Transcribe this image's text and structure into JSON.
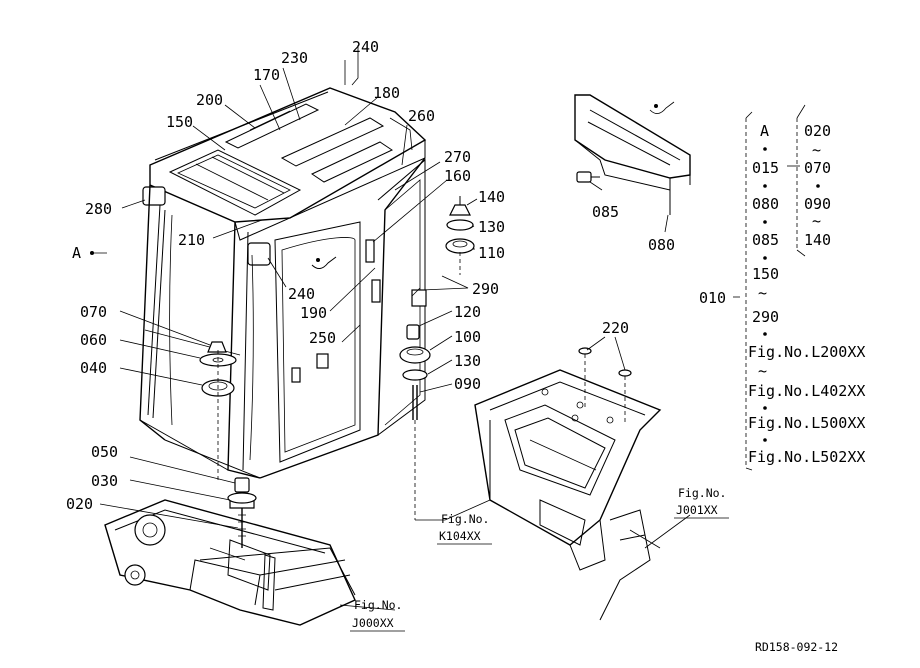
{
  "callouts": {
    "c240_top": "240",
    "c230": "230",
    "c170": "170",
    "c180": "180",
    "c200": "200",
    "c150": "150",
    "c260": "260",
    "c270": "270",
    "c160": "160",
    "c280": "280",
    "c210": "210",
    "c240_mid": "240",
    "c190": "190",
    "c250": "250",
    "cA": "A",
    "c140": "140",
    "c130_top": "130",
    "c110": "110",
    "c290": "290",
    "c120": "120",
    "c100": "100",
    "c130_bot": "130",
    "c090": "090",
    "c070": "070",
    "c060": "060",
    "c040": "040",
    "c050": "050",
    "c030": "030",
    "c020": "020",
    "c085": "085",
    "c080": "080",
    "c220": "220",
    "c010": "010"
  },
  "index_list": {
    "col1": [
      "A",
      "015",
      "080",
      "085",
      "150",
      "290",
      "Fig.No.L200XX",
      "Fig.No.L402XX",
      "Fig.No.L500XX",
      "Fig.No.L502XX"
    ],
    "col2": [
      "020",
      "070",
      "090",
      "140"
    ]
  },
  "figure_refs": {
    "k104": {
      "line1": "Fig.No.",
      "line2": "K104XX"
    },
    "j001": {
      "line1": "Fig.No.",
      "line2": "J001XX"
    },
    "j000": {
      "line1": "Fig.No.",
      "line2": "J000XX"
    }
  },
  "drawing_code": "RD158-092-12"
}
